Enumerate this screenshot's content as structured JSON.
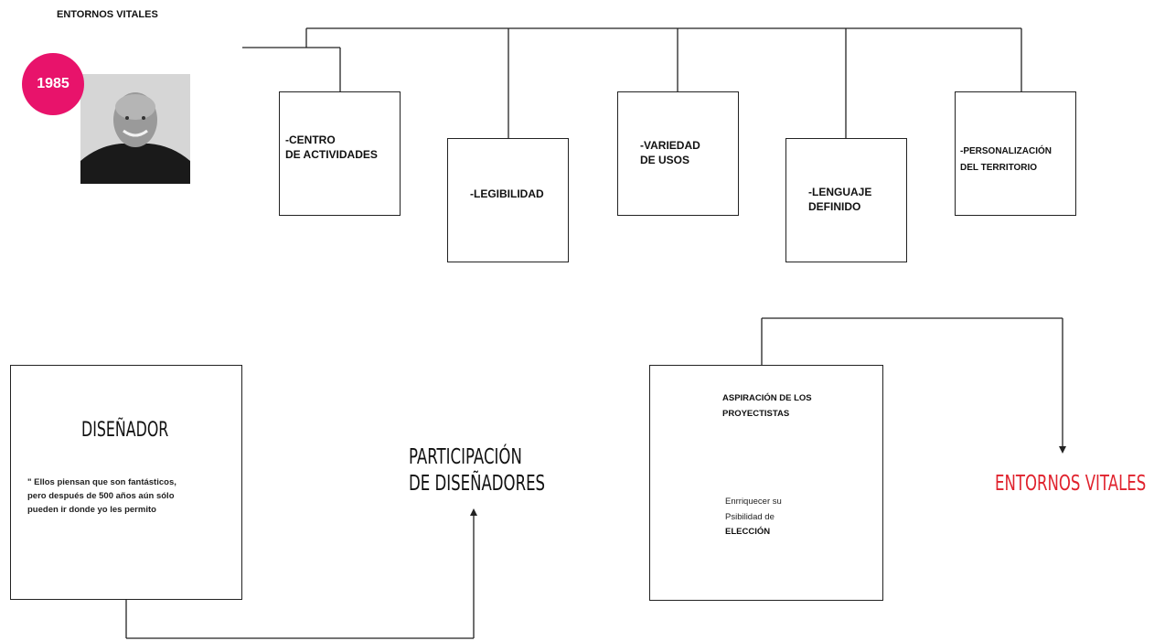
{
  "header": {
    "title": "ENTORNOS VITALES"
  },
  "badge": {
    "year": "1985",
    "color": "#e8136b"
  },
  "top_boxes": [
    {
      "label": "-CENTRO\nDE ACTIVIDADES"
    },
    {
      "label": "-LEGIBILIDAD"
    },
    {
      "label": "-VARIEDAD\nDE USOS"
    },
    {
      "label": "-LENGUAJE\nDEFINIDO"
    },
    {
      "label": "-PERSONALIZACIÓN\nDEL TERRITORIO"
    }
  ],
  "designer_box": {
    "title": "DISEÑADOR",
    "quote": "\" Ellos piensan que son fantásticos,\npero después de 500 años aún sólo\npueden ir donde yo les permito"
  },
  "participation": {
    "label": "PARTICIPACIÓN\nDE DISEÑADORES"
  },
  "aspiration_box": {
    "title": "ASPIRACIÓN DE LOS\nPROYECTISTAS",
    "body": "Enrriquecer su\nPsibilidad de",
    "emphasis": "ELECCIÓN"
  },
  "result": {
    "label": "ENTORNOS VITALES",
    "color": "#e0222d"
  }
}
